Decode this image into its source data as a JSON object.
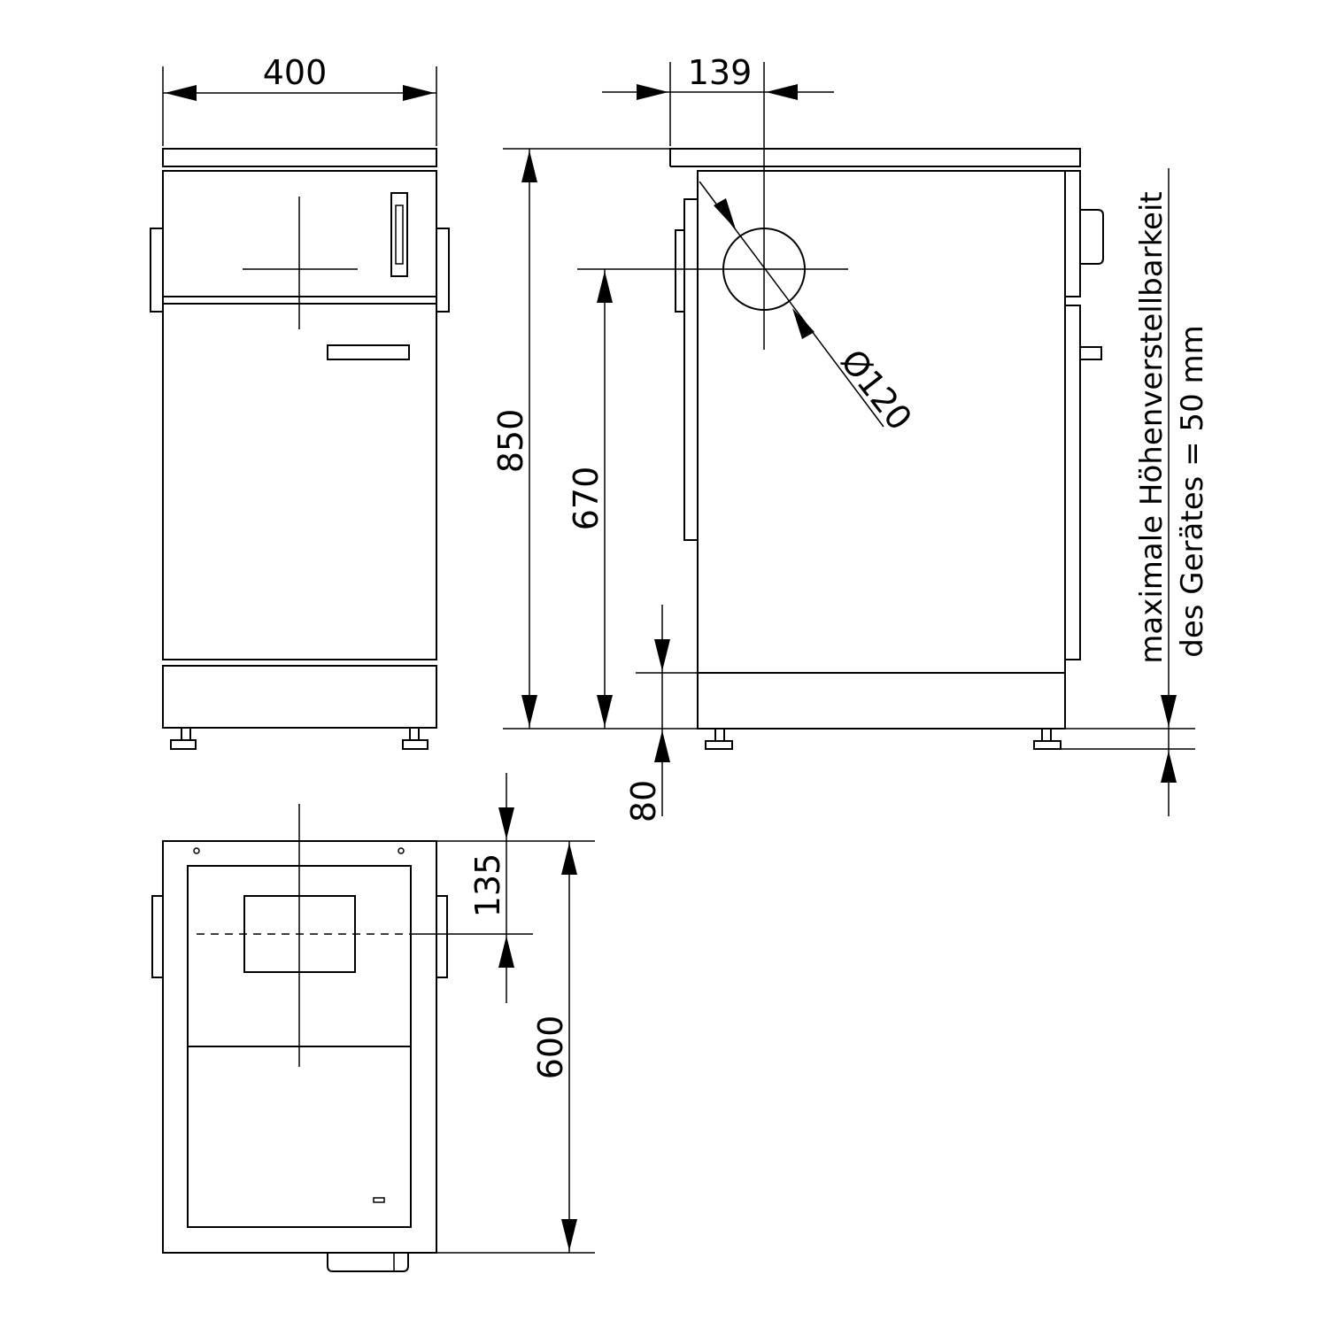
{
  "dimensions": {
    "width": "400",
    "offset": "139",
    "height_total": "850",
    "height_flue": "670",
    "plinth": "80",
    "depth_offset": "135",
    "depth": "600",
    "diameter": "Ø120"
  },
  "note": {
    "line1": "maximale Höhenverstellbarkeit",
    "line2": "des Gerätes = 50 mm"
  }
}
